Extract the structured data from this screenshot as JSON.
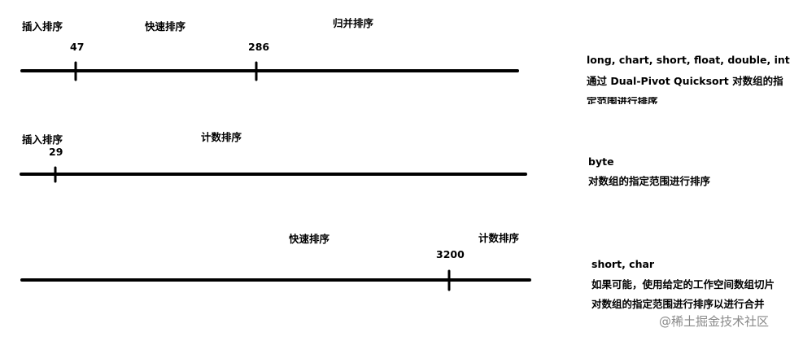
{
  "diagram": {
    "row1": {
      "labels": [
        "插入排序",
        "快速排序",
        "归并排序"
      ],
      "ticks": [
        "47",
        "286"
      ],
      "notes": [
        "long, chart, short, float, double, int",
        "通过 Dual-Pivot Quicksort 对数组的指",
        "定范围进行排序"
      ]
    },
    "row2": {
      "labels": [
        "插入排序",
        "计数排序"
      ],
      "ticks": [
        "29"
      ],
      "notes": [
        "byte",
        "对数组的指定范围进行排序"
      ]
    },
    "row3": {
      "labels": [
        "快速排序",
        "计数排序"
      ],
      "ticks": [
        "3200"
      ],
      "notes": [
        "short, char",
        "如果可能，使用给定的工作空间数组切片",
        "对数组的指定范围进行排序以进行合并"
      ]
    }
  },
  "watermark": "@稀土掘金技术社区"
}
